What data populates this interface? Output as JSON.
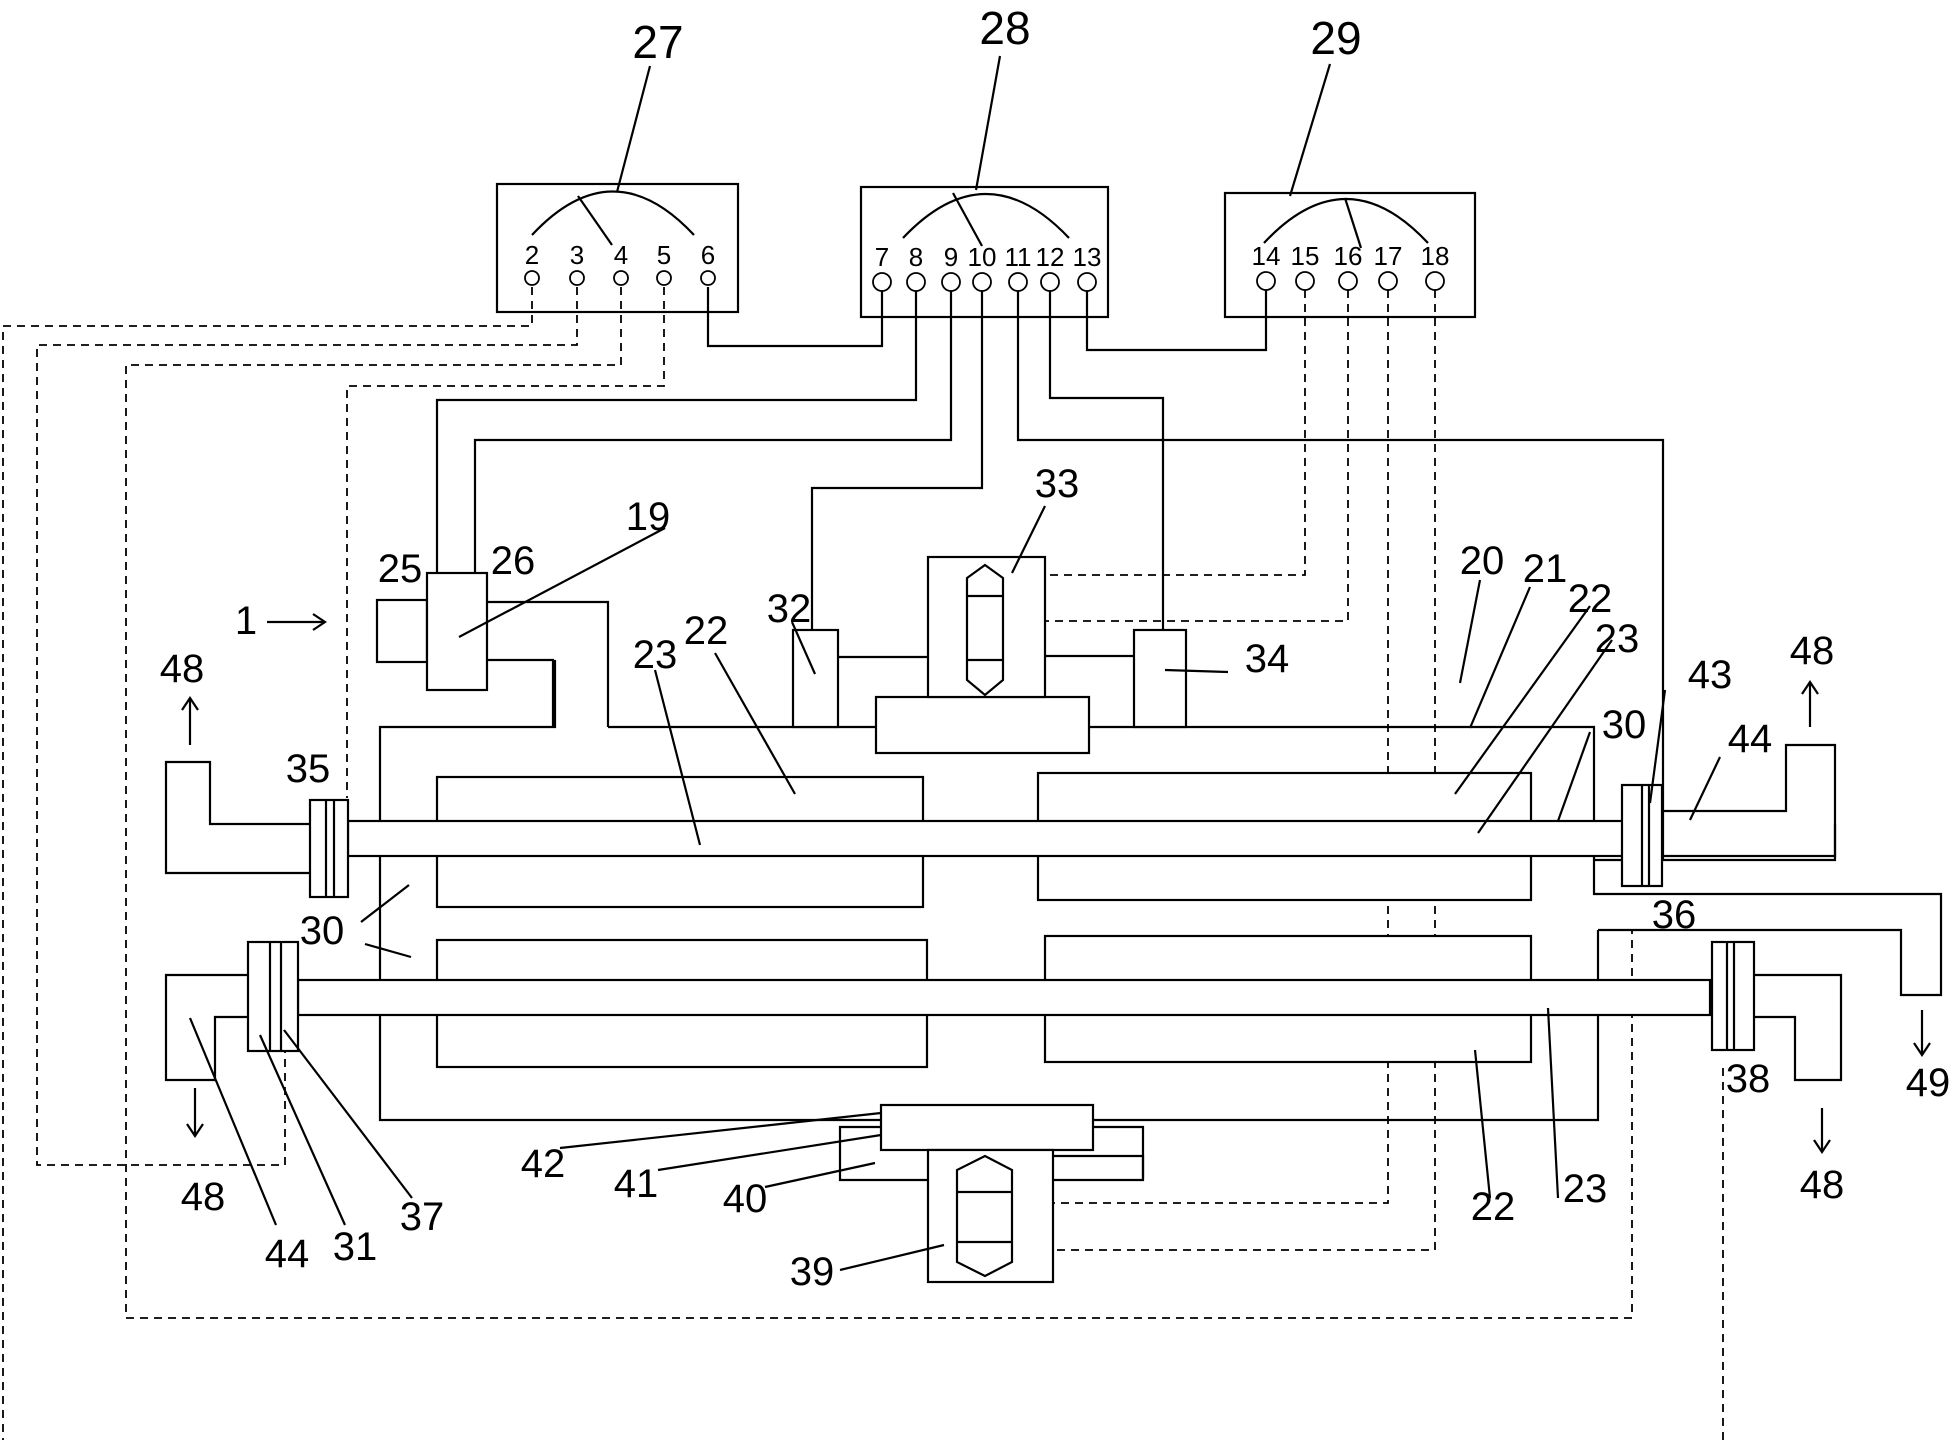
{
  "meters": [
    {
      "label": "27",
      "terminals": [
        "2",
        "3",
        "4",
        "5",
        "6"
      ]
    },
    {
      "label": "28",
      "terminals": [
        "7",
        "8",
        "9",
        "10",
        "11",
        "12",
        "13"
      ]
    },
    {
      "label": "29",
      "terminals": [
        "14",
        "15",
        "16",
        "17",
        "18"
      ]
    }
  ],
  "labels": {
    "l1": "1",
    "l19": "19",
    "l20": "20",
    "l21": "21",
    "l22": "22",
    "l23": "23",
    "l25": "25",
    "l26": "26",
    "l30": "30",
    "l31": "31",
    "l32": "32",
    "l33": "33",
    "l34": "34",
    "l35": "35",
    "l36": "36",
    "l37": "37",
    "l38": "38",
    "l39": "39",
    "l40": "40",
    "l41": "41",
    "l42": "42",
    "l43": "43",
    "l44": "44",
    "l48": "48",
    "l49": "49"
  }
}
